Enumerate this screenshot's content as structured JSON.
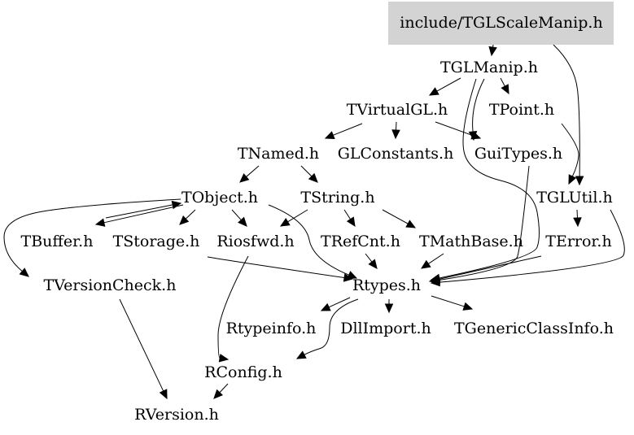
{
  "nodes": [
    {
      "id": "TGLScaleManip",
      "label": "include/TGLScaleManip.h",
      "highlighted": true
    },
    {
      "id": "TGLManip",
      "label": "TGLManip.h"
    },
    {
      "id": "TVirtualGL",
      "label": "TVirtualGL.h"
    },
    {
      "id": "TPoint",
      "label": "TPoint.h"
    },
    {
      "id": "TNamed",
      "label": "TNamed.h"
    },
    {
      "id": "GLConstants",
      "label": "GLConstants.h"
    },
    {
      "id": "GuiTypes",
      "label": "GuiTypes.h"
    },
    {
      "id": "TObject",
      "label": "TObject.h"
    },
    {
      "id": "TString",
      "label": "TString.h"
    },
    {
      "id": "TGLUtil",
      "label": "TGLUtil.h"
    },
    {
      "id": "TBuffer",
      "label": "TBuffer.h"
    },
    {
      "id": "TStorage",
      "label": "TStorage.h"
    },
    {
      "id": "Riosfwd",
      "label": "Riosfwd.h"
    },
    {
      "id": "TRefCnt",
      "label": "TRefCnt.h"
    },
    {
      "id": "TMathBase",
      "label": "TMathBase.h"
    },
    {
      "id": "TError",
      "label": "TError.h"
    },
    {
      "id": "TVersionCheck",
      "label": "TVersionCheck.h"
    },
    {
      "id": "Rtypes",
      "label": "Rtypes.h"
    },
    {
      "id": "Rtypeinfo",
      "label": "Rtypeinfo.h"
    },
    {
      "id": "DllImport",
      "label": "DllImport.h"
    },
    {
      "id": "TGenericClassInfo",
      "label": "TGenericClassInfo.h"
    },
    {
      "id": "RConfig",
      "label": "RConfig.h"
    },
    {
      "id": "RVersion",
      "label": "RVersion.h"
    }
  ],
  "edges": [
    {
      "from": "TGLScaleManip",
      "to": "TGLManip"
    },
    {
      "from": "TGLScaleManip",
      "to": "TGLUtil"
    },
    {
      "from": "TGLManip",
      "to": "TVirtualGL"
    },
    {
      "from": "TGLManip",
      "to": "TPoint"
    },
    {
      "from": "TGLManip",
      "to": "GuiTypes"
    },
    {
      "from": "TGLManip",
      "to": "Rtypes"
    },
    {
      "from": "TVirtualGL",
      "to": "TNamed"
    },
    {
      "from": "TVirtualGL",
      "to": "GLConstants"
    },
    {
      "from": "TVirtualGL",
      "to": "GuiTypes"
    },
    {
      "from": "TPoint",
      "to": "TGLUtil"
    },
    {
      "from": "TNamed",
      "to": "TObject"
    },
    {
      "from": "TNamed",
      "to": "TString"
    },
    {
      "from": "GuiTypes",
      "to": "Rtypes"
    },
    {
      "from": "TObject",
      "to": "TBuffer"
    },
    {
      "from": "TObject",
      "to": "TStorage"
    },
    {
      "from": "TObject",
      "to": "Riosfwd"
    },
    {
      "from": "TObject",
      "to": "TVersionCheck"
    },
    {
      "from": "TObject",
      "to": "Rtypes"
    },
    {
      "from": "TBuffer",
      "to": "TObject"
    },
    {
      "from": "TString",
      "to": "Riosfwd"
    },
    {
      "from": "TString",
      "to": "TRefCnt"
    },
    {
      "from": "TString",
      "to": "TMathBase"
    },
    {
      "from": "TGLUtil",
      "to": "TError"
    },
    {
      "from": "TGLUtil",
      "to": "Rtypes"
    },
    {
      "from": "TStorage",
      "to": "Rtypes"
    },
    {
      "from": "Riosfwd",
      "to": "RConfig"
    },
    {
      "from": "TRefCnt",
      "to": "Rtypes"
    },
    {
      "from": "TMathBase",
      "to": "Rtypes"
    },
    {
      "from": "TError",
      "to": "Rtypes"
    },
    {
      "from": "TVersionCheck",
      "to": "RVersion"
    },
    {
      "from": "Rtypes",
      "to": "Rtypeinfo"
    },
    {
      "from": "Rtypes",
      "to": "DllImport"
    },
    {
      "from": "Rtypes",
      "to": "TGenericClassInfo"
    },
    {
      "from": "Rtypes",
      "to": "RConfig"
    },
    {
      "from": "RConfig",
      "to": "RVersion"
    }
  ]
}
